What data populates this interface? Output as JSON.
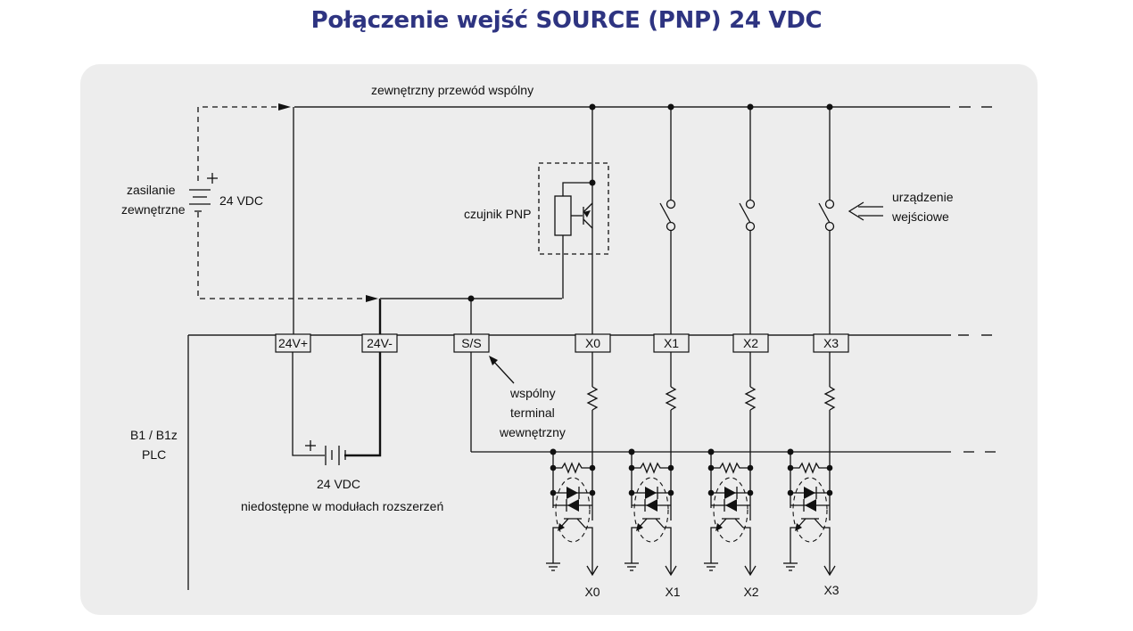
{
  "title": "Połączenie wejść SOURCE (PNP) 24 VDC",
  "labels": {
    "external_common": "zewnętrzny przewód wspólny",
    "external_supply_line1": "zasilanie",
    "external_supply_line2": "zewnętrzne",
    "external_supply_voltage": "24 VDC",
    "pnp_sensor": "czujnik PNP",
    "input_device_line1": "urządzenie",
    "input_device_line2": "wejściowe",
    "common_terminal_line1": "wspólny",
    "common_terminal_line2": "terminal",
    "common_terminal_line3": "wewnętrzny",
    "plc_line1": "B1 / B1z",
    "plc_line2": "PLC",
    "internal_supply_voltage": "24 VDC",
    "internal_supply_note": "niedostępne w modułach rozszerzeń",
    "plus_sign": "+"
  },
  "terminals": {
    "v_plus": "24V+",
    "v_minus": "24V-",
    "ss": "S/S",
    "x0": "X0",
    "x1": "X1",
    "x2": "X2",
    "x3": "X3"
  },
  "outputs": [
    "X0",
    "X1",
    "X2",
    "X3"
  ],
  "colors": {
    "title": "#2e3481",
    "panel": "#ededed",
    "line": "#111111"
  }
}
